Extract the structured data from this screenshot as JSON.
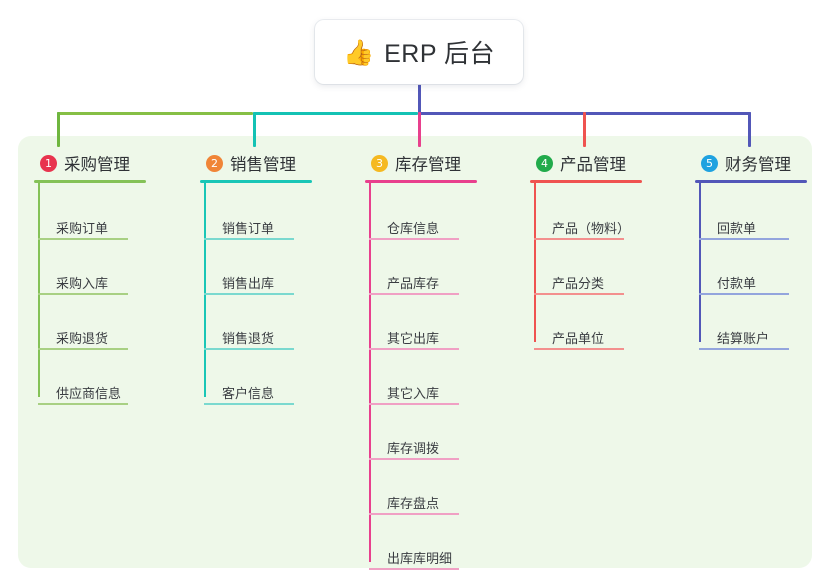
{
  "root": {
    "icon": "thumbs-up-emoji",
    "emoji": "👍",
    "title": "ERP 后台"
  },
  "palette": {
    "panel_bg": "#eef8e9",
    "page_bg": "#ffffff",
    "text": "#2f3236",
    "root_trunk": "#5257b8",
    "segment_green": "#86bf45",
    "segment_teal": "#14c2b4",
    "segment_blue": "#5257b8"
  },
  "columns": [
    {
      "number": "1",
      "title": "采购管理",
      "badge_color": "#e8344e",
      "line_color": "#84c257",
      "leaf_line_color": "#a8d083",
      "stub_color": "#6fb63f",
      "items": [
        "采购订单",
        "采购入库",
        "采购退货",
        "供应商信息"
      ]
    },
    {
      "number": "2",
      "title": "销售管理",
      "badge_color": "#f08537",
      "line_color": "#19c6b6",
      "leaf_line_color": "#7ad9cf",
      "stub_color": "#14c2b4",
      "items": [
        "销售订单",
        "销售出库",
        "销售退货",
        "客户信息"
      ]
    },
    {
      "number": "3",
      "title": "库存管理",
      "badge_color": "#f5b921",
      "line_color": "#e8408d",
      "leaf_line_color": "#f0a0c4",
      "stub_color": "#e8408d",
      "items": [
        "仓库信息",
        "产品库存",
        "其它出库",
        "其它入库",
        "库存调拨",
        "库存盘点",
        "出库库明细"
      ]
    },
    {
      "number": "4",
      "title": "产品管理",
      "badge_color": "#21ab4b",
      "line_color": "#ef5350",
      "leaf_line_color": "#f3908e",
      "stub_color": "#ef5350",
      "items": [
        "产品（物料）",
        "产品分类",
        "产品单位"
      ]
    },
    {
      "number": "5",
      "title": "财务管理",
      "badge_color": "#1fa2e0",
      "line_color": "#5257b8",
      "leaf_line_color": "#93a5dd",
      "stub_color": "#5257b8",
      "items": [
        "回款单",
        "付款单",
        "结算账户"
      ]
    }
  ]
}
